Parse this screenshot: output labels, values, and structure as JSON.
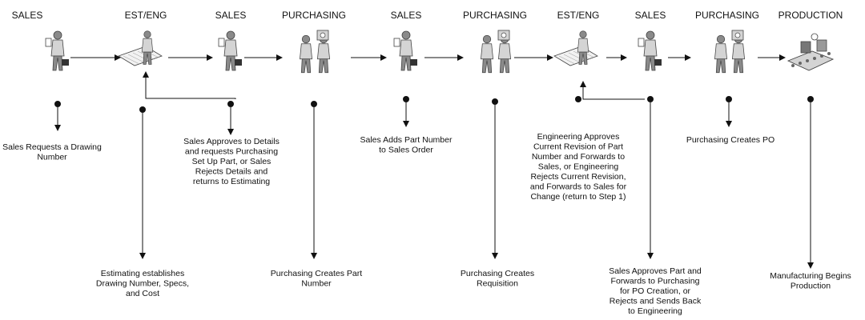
{
  "stages": [
    {
      "label": "SALES",
      "icon": "person-with-briefcase-icon"
    },
    {
      "label": "EST/ENG",
      "icon": "person-at-drafting-table-icon"
    },
    {
      "label": "SALES",
      "icon": "person-with-briefcase-icon"
    },
    {
      "label": "PURCHASING",
      "icon": "person-handshake-vendor-icon"
    },
    {
      "label": "SALES",
      "icon": "person-with-briefcase-icon"
    },
    {
      "label": "PURCHASING",
      "icon": "person-handshake-vendor-icon"
    },
    {
      "label": "EST/ENG",
      "icon": "person-at-drafting-table-icon"
    },
    {
      "label": "SALES",
      "icon": "person-with-briefcase-icon"
    },
    {
      "label": "PURCHASING",
      "icon": "person-handshake-vendor-icon"
    },
    {
      "label": "PRODUCTION",
      "icon": "production-conveyor-icon"
    }
  ],
  "steps": [
    {
      "lines": [
        "Sales Requests a Drawing",
        "Number"
      ]
    },
    {
      "lines": [
        "Estimating establishes",
        "Drawing Number, Specs,",
        "and Cost"
      ]
    },
    {
      "lines": [
        "Sales Approves to Details",
        "and requests Purchasing",
        "Set Up Part, or Sales",
        "Rejects Details and",
        "returns to Estimating"
      ]
    },
    {
      "lines": [
        "Purchasing Creates Part",
        "Number"
      ]
    },
    {
      "lines": [
        "Sales Adds Part Number",
        "to Sales Order"
      ]
    },
    {
      "lines": [
        "Purchasing Creates",
        "Requisition"
      ]
    },
    {
      "lines": [
        "Engineering Approves",
        "Current Revision of Part",
        "Number and Forwards to",
        "Sales, or Engineering",
        "Rejects Current Revision,",
        "and Forwards to Sales for",
        "Change (return to Step 1)"
      ]
    },
    {
      "lines": [
        "Sales Approves Part and",
        "Forwards to Purchasing",
        "for PO Creation, or",
        "Rejects and Sends Back",
        "to Engineering"
      ]
    },
    {
      "lines": [
        "Purchasing Creates PO"
      ]
    },
    {
      "lines": [
        "Manufacturing Begins",
        "Production"
      ]
    }
  ]
}
